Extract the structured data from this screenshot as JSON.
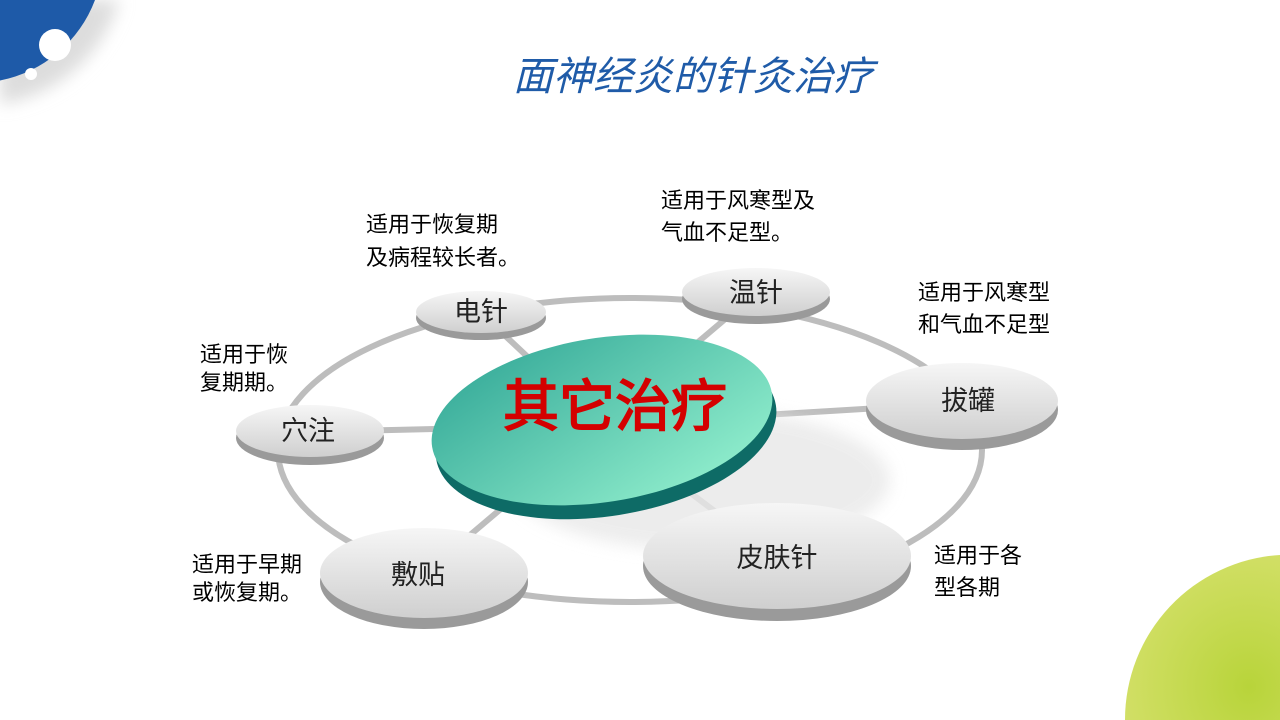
{
  "slide": {
    "title": "面神经炎的针灸治疗",
    "center": "其它治疗",
    "nodes": [
      {
        "label": "电针",
        "note": [
          "适用于恢复期",
          "及病程较长者。"
        ]
      },
      {
        "label": "温针",
        "note": [
          "适用于风寒型及",
          "气血不足型。"
        ]
      },
      {
        "label": "拔罐",
        "note": [
          "适用于风寒型",
          "和气血不足型"
        ]
      },
      {
        "label": "皮肤针",
        "note": [
          "适用于各",
          "型各期"
        ]
      },
      {
        "label": "敷贴",
        "note": [
          "适用于早期",
          "或恢复期。"
        ]
      },
      {
        "label": "穴注",
        "note": [
          "适用于恢",
          "复期期。"
        ]
      }
    ]
  },
  "colors": {
    "title": "#1F5BA8",
    "corner_blue": "#1E5AA8",
    "corner_green": "#C4D84A",
    "center_fill_dark": "#2FA595",
    "center_fill_light": "#8FF0CC",
    "center_text": "#D40000"
  }
}
